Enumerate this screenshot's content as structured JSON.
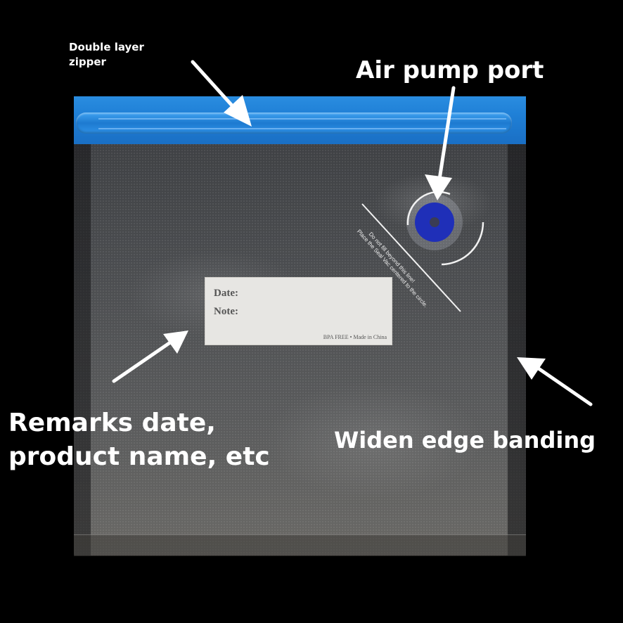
{
  "annotations": {
    "zipper": {
      "line1": "Double layer",
      "line2": "zipper"
    },
    "air_pump": "Air pump port",
    "remarks": {
      "line1": "Remarks date,",
      "line2": "product name, etc"
    },
    "edge": "Widen edge banding"
  },
  "label": {
    "date_field": "Date:",
    "note_field": "Note:",
    "footer": "BPA FREE • Made in China"
  },
  "bag_print": {
    "line1": "Do not fill beyond this line!",
    "line2": "Place the Seal Vac centered to the circle."
  },
  "colors": {
    "background": "#000000",
    "zipper_blue": "#1f7fd6",
    "valve_blue": "#1f2fb8",
    "annotation_text": "#ffffff"
  }
}
